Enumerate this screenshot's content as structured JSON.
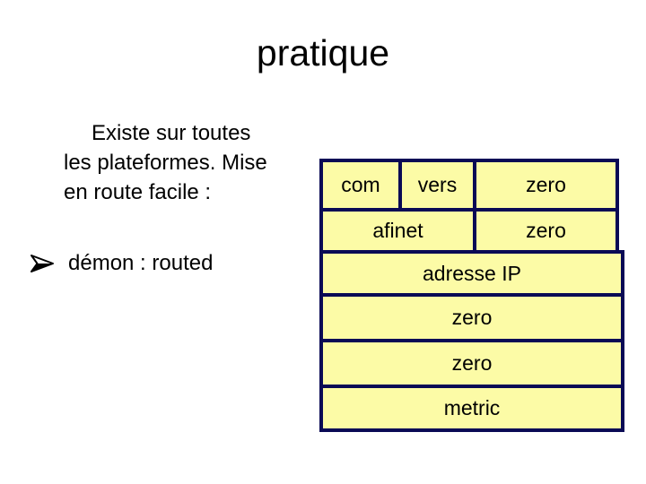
{
  "slide": {
    "title": "pratique"
  },
  "body": {
    "paragraph_lines": {
      "l1": "Existe sur toutes",
      "l2": "les plateformes. Mise",
      "l3": "en route facile :"
    },
    "bullet": {
      "icon": "arrowhead-bullet",
      "text": "démon : routed"
    }
  },
  "diagram": {
    "description": "routing-table-structure",
    "rows": [
      {
        "cells": [
          {
            "label": "com"
          },
          {
            "label": "vers"
          },
          {
            "label": "zero"
          }
        ]
      },
      {
        "cells": [
          {
            "label": "afinet"
          },
          {
            "label": "zero"
          }
        ]
      },
      {
        "cells": [
          {
            "label": "adresse IP"
          }
        ]
      },
      {
        "cells": [
          {
            "label": "zero"
          }
        ]
      },
      {
        "cells": [
          {
            "label": "zero"
          }
        ]
      },
      {
        "cells": [
          {
            "label": "metric"
          }
        ]
      }
    ]
  },
  "colors": {
    "bg": "#ffffff",
    "text": "#000000",
    "cell_fill": "#fcfba6",
    "cell_border": "#0a0a55"
  }
}
